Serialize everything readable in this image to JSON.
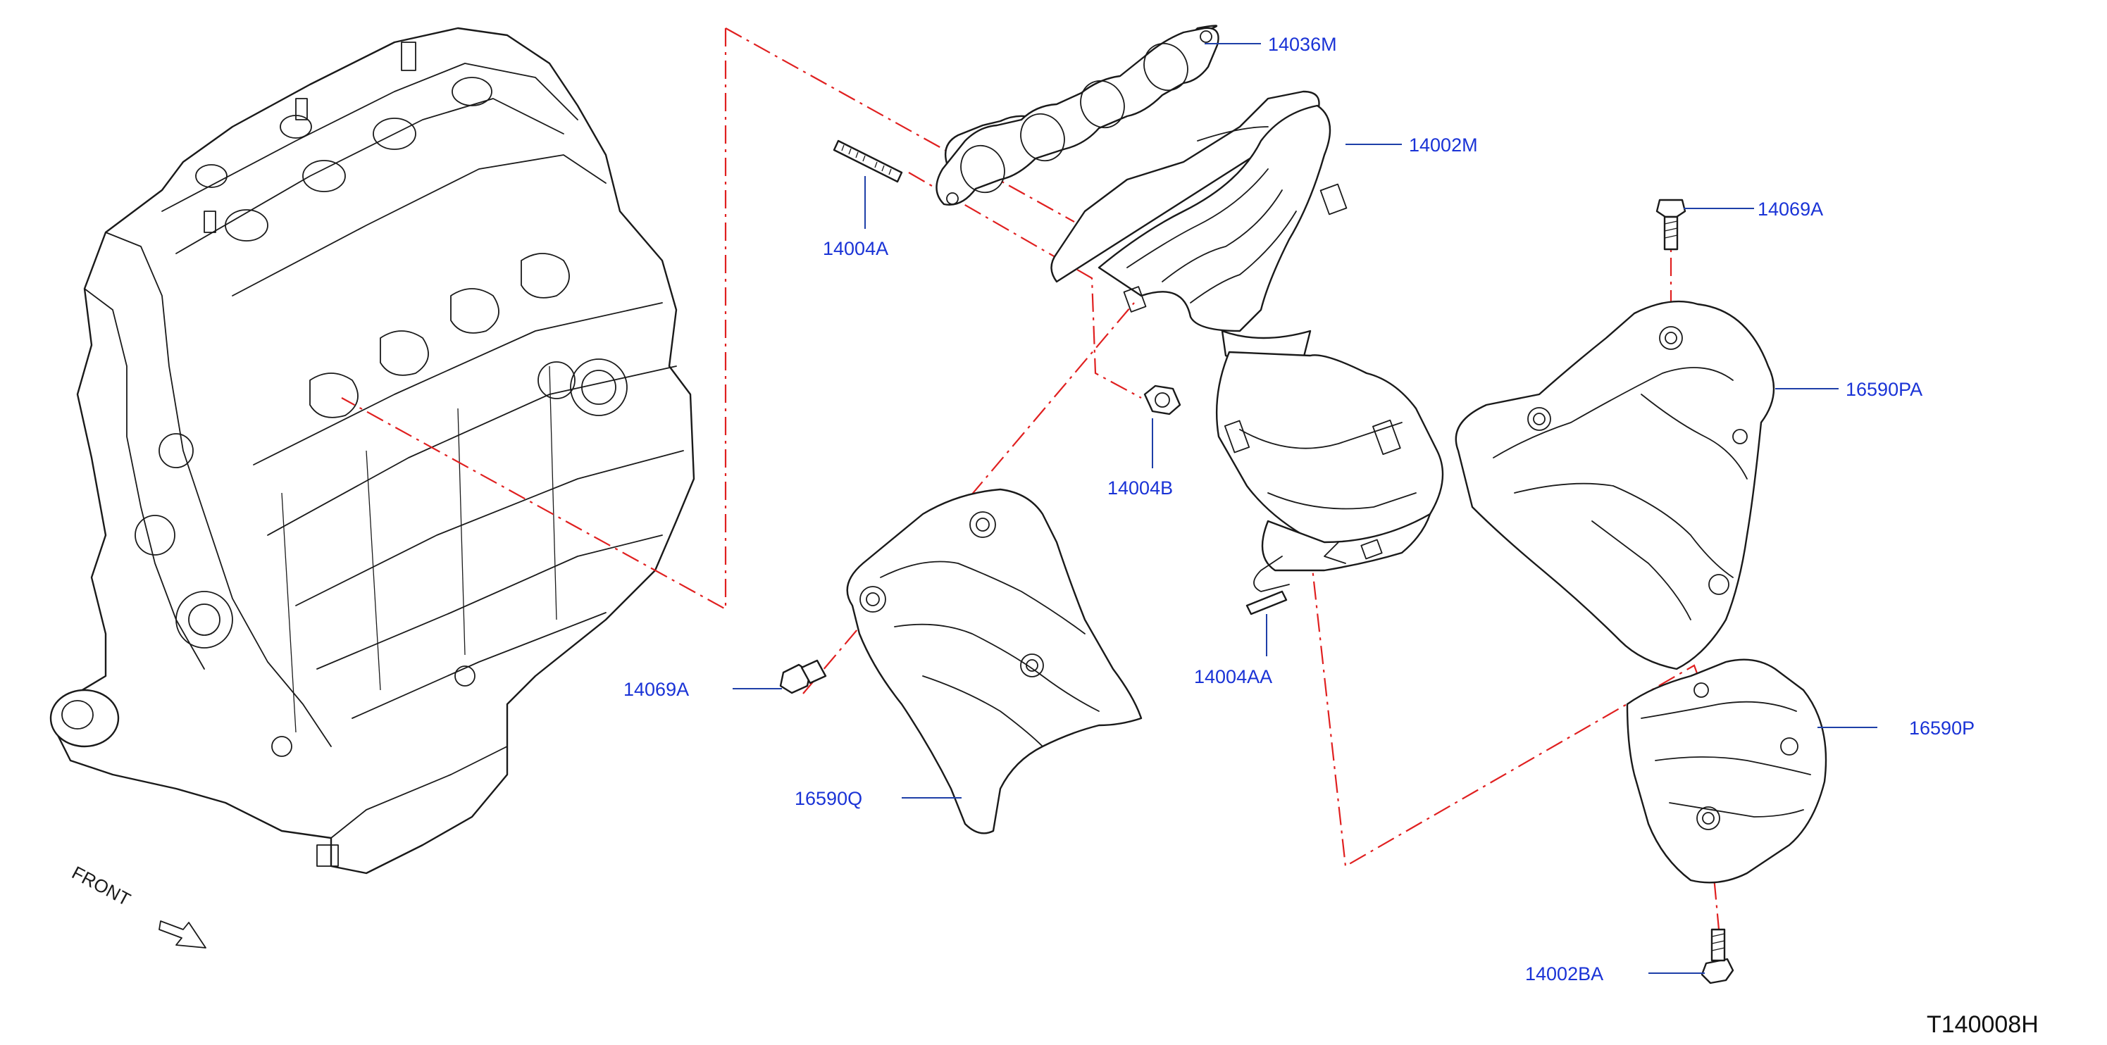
{
  "diagram": {
    "drawing_code": "T140008H",
    "front_label": "FRONT",
    "callouts": {
      "c_14036M": "14036M",
      "c_14002M": "14002M",
      "c_14004A": "14004A",
      "c_14069A_top": "14069A",
      "c_16590PA": "16590PA",
      "c_14004B": "14004B",
      "c_14004AA": "14004AA",
      "c_14069A_left": "14069A",
      "c_16590P": "16590P",
      "c_16590Q": "16590Q",
      "c_14002BA": "14002BA"
    },
    "colors": {
      "callout_text": "#1a33d6",
      "leader_line": "#1e3fa8",
      "centerline": "#e02020",
      "outline": "#1a1a1a"
    }
  }
}
